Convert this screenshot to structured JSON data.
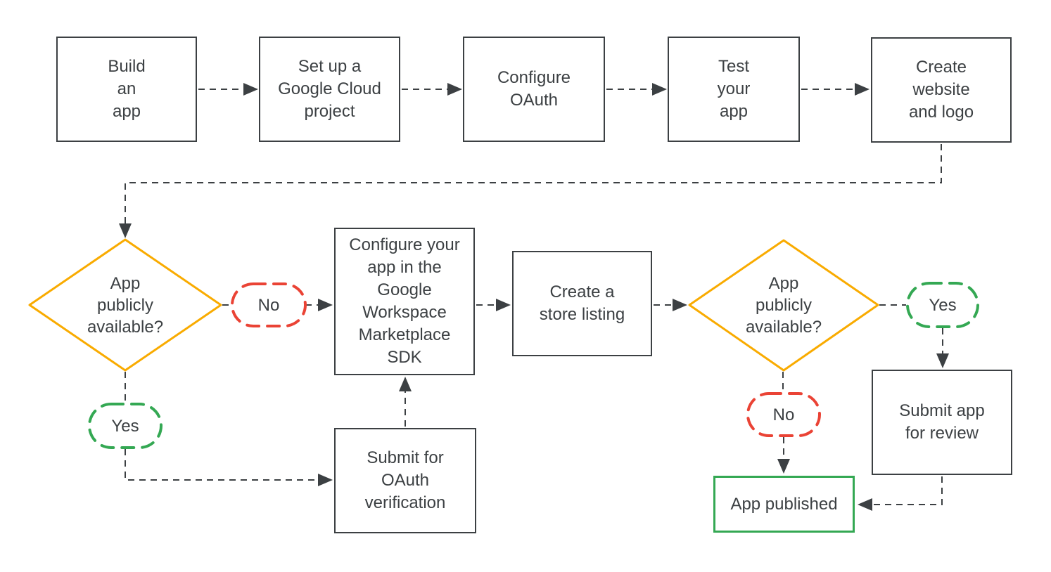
{
  "colors": {
    "ink": "#3C4043",
    "decision_yellow": "#F9AB00",
    "no_red": "#EA4335",
    "yes_green": "#34A853",
    "background": "#FFFFFF"
  },
  "flowchart": {
    "steps": {
      "build_app": "Build\nan\napp",
      "setup_project": "Set up a\nGoogle Cloud\nproject",
      "configure_oauth": "Configure\nOAuth",
      "test_app": "Test\nyour\napp",
      "create_website": "Create\nwebsite\nand logo",
      "configure_sdk": "Configure your\napp in the\nGoogle\nWorkspace\nMarketplace\nSDK",
      "store_listing": "Create a\nstore listing",
      "oauth_verification": "Submit for\nOAuth\nverification",
      "submit_review": "Submit app\nfor review",
      "app_published": "App published"
    },
    "decisions": {
      "public_1": "App\npublicly\navailable?",
      "public_2": "App\npublicly\navailable?"
    },
    "branch_labels": {
      "no_1": "No",
      "yes_1": "Yes",
      "yes_2": "Yes",
      "no_2": "No"
    }
  }
}
